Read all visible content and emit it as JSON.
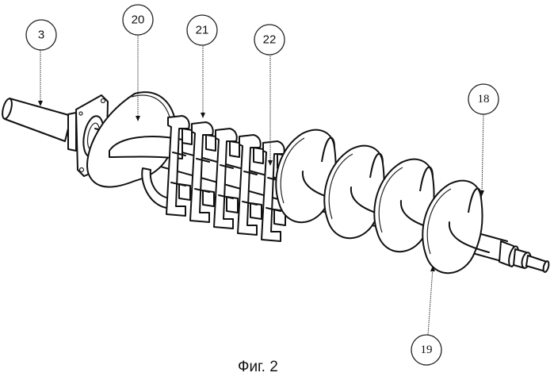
{
  "figure": {
    "caption": "Фиг. 2"
  },
  "callouts": [
    {
      "id": "3",
      "label": "3"
    },
    {
      "id": "20",
      "label": "20"
    },
    {
      "id": "21",
      "label": "21"
    },
    {
      "id": "22",
      "label": "22"
    },
    {
      "id": "18",
      "label": "18"
    },
    {
      "id": "19",
      "label": "19"
    }
  ],
  "colors": {
    "line": "#111111",
    "background": "#ffffff"
  }
}
